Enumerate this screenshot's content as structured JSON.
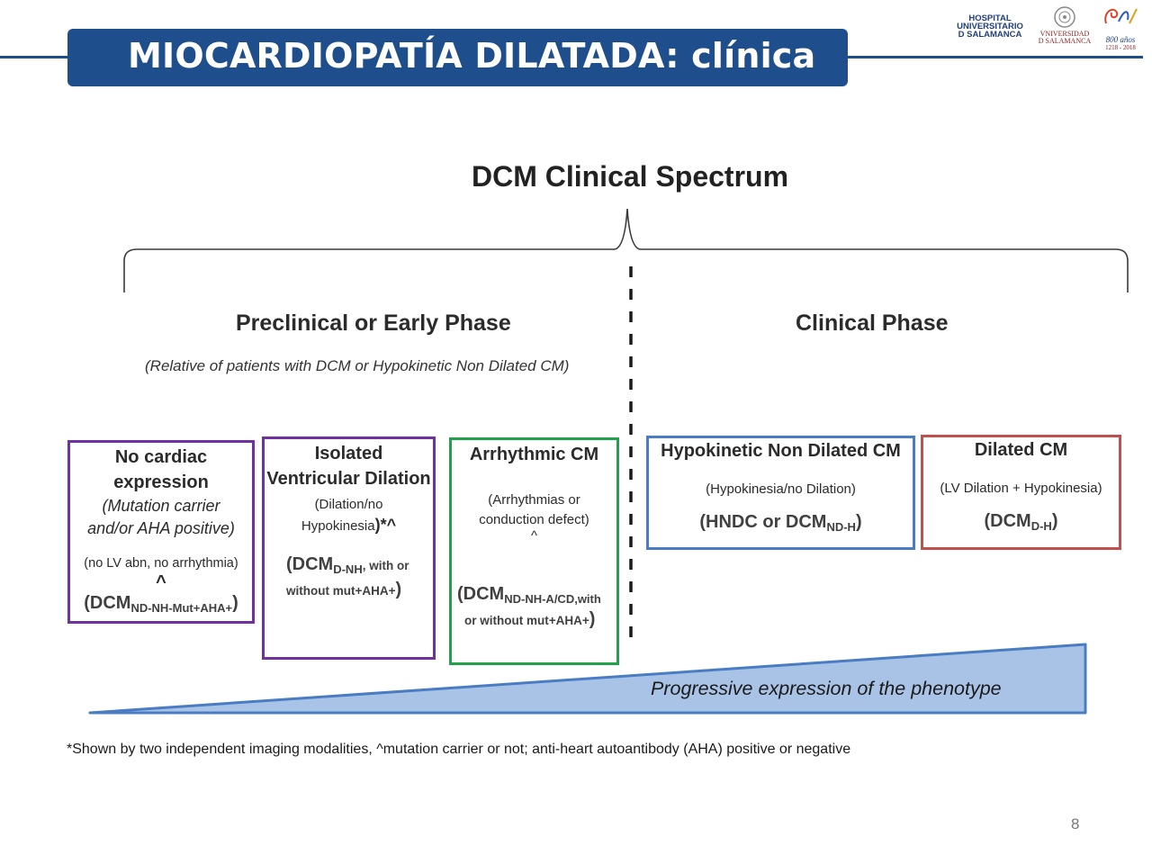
{
  "header": {
    "title": "MIOCARDIOPATÍA DILATADA: clínica",
    "logo_hospital": [
      "HOSPITAL",
      "UNIVERSITARIO",
      "D SALAMANCA"
    ],
    "logo_university": [
      "VNIVERSIDAD",
      "D SALAMANCA"
    ],
    "logo_anniversary": {
      "top": "800 años",
      "years": "1218 - 2018"
    }
  },
  "diagram": {
    "title": "DCM Clinical Spectrum",
    "preclinical": {
      "heading": "Preclinical or Early Phase",
      "subheading": "(Relative of patients with DCM or Hypokinetic Non Dilated CM)"
    },
    "clinical": {
      "heading": "Clinical Phase"
    },
    "boxes": {
      "no_cardiac": {
        "title1": "No cardiac",
        "title2": "expression",
        "italic1": "(Mutation carrier",
        "italic2": "and/or AHA positive)",
        "note": "(no LV abn, no arrhythmia)",
        "caret": "^",
        "code_open": "(DCM",
        "code_sub": "ND-NH-Mut+AHA+",
        "code_close": ")"
      },
      "isolated": {
        "title1": "Isolated",
        "title2": "Ventricular Dilation",
        "note1": "(Dilation/no",
        "note2": "Hypokinesia",
        "note2_mark": ")*^",
        "code_open": "(DCM",
        "code_sub": "D-NH",
        "code_tail": ", with or",
        "code_line2": "without mut+AHA+",
        "code_close": ")"
      },
      "arrhythmic": {
        "title": "Arrhythmic CM",
        "note1": "(Arrhythmias  or",
        "note2": "conduction defect)",
        "caret": "^",
        "code_open": "(DCM",
        "code_sub": "ND-NH-A/CD,with",
        "code_line2": "or without mut+AHA+",
        "code_close": ")"
      },
      "hndc": {
        "title": "Hypokinetic Non Dilated CM",
        "note": "(Hypokinesia/no Dilation)",
        "code_open": "(HNDC or DCM",
        "code_sub": "ND-H",
        "code_close": ")"
      },
      "dilated": {
        "title": "Dilated CM",
        "note": "(LV Dilation + Hypokinesia)",
        "code_open": "(DCM",
        "code_sub": "D-H",
        "code_close": ")"
      }
    },
    "progression_label": "Progressive expression of the phenotype",
    "footnote": "*Shown by two independent imaging modalities, ^mutation carrier or not; anti-heart autoantibody (AHA) positive or negative",
    "colors": {
      "header_blue": "#1f4e8c",
      "preclinical_border": "#7030a0",
      "arrhythmic_border": "#21a14a",
      "hndc_border": "#4a7cc4",
      "dilated_border": "#c0504d",
      "wedge_fill": "#a9c3e6",
      "wedge_stroke": "#4a7cc4"
    }
  },
  "page_number": "8"
}
